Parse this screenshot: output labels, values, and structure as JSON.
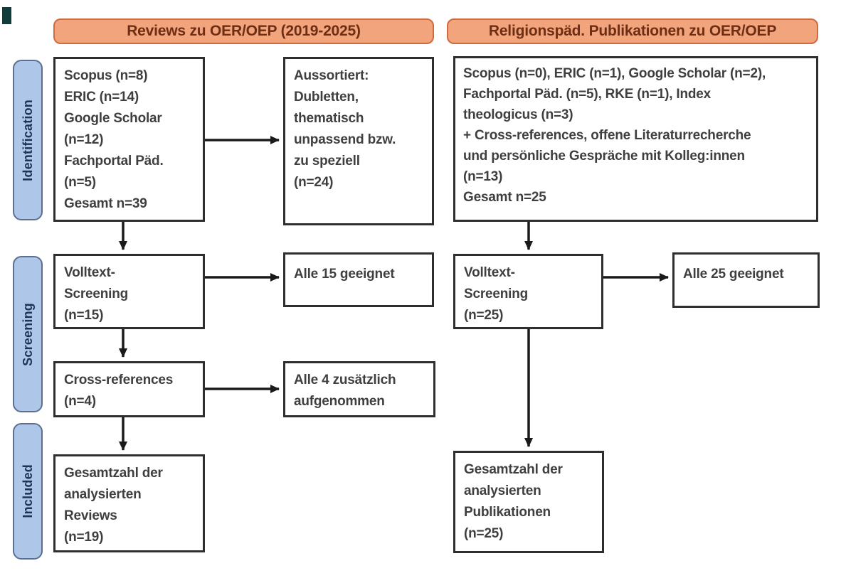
{
  "headers": {
    "left": "Reviews zu OER/OEP (2019-2025)",
    "right": "Religionspäd. Publikationen zu OER/OEP"
  },
  "stages": {
    "identification": "Identification",
    "screening": "Screening",
    "included": "Included"
  },
  "left_column": {
    "sources": "Scopus (n=8)\nERIC (n=14)\nGoogle Scholar\n(n=12)\nFachportal Päd.\n(n=5)\nGesamt n=39",
    "excluded": "Aussortiert:\nDubletten,\nthematisch\nunpassend bzw.\nzu speziell\n(n=24)",
    "fulltext": "Volltext-\nScreening\n(n=15)",
    "fulltext_result": "Alle 15 geeignet",
    "crossref": "Cross-references\n(n=4)",
    "crossref_result": "Alle 4 zusätzlich\naufgenommen",
    "total": "Gesamtzahl der\nanalysierten\nReviews\n(n=19)"
  },
  "right_column": {
    "sources": "Scopus (n=0), ERIC (n=1), Google Scholar (n=2),\nFachportal Päd. (n=5), RKE (n=1), Index\ntheologicus (n=3)\n+ Cross-references, offene Literaturrecherche\nund persönliche Gespräche mit Kolleg:innen\n(n=13)\nGesamt n=25",
    "fulltext": "Volltext-\nScreening\n(n=25)",
    "fulltext_result": "Alle 25 geeignet",
    "total": "Gesamtzahl der\nanalysierten\nPublikationen\n(n=25)"
  },
  "colors": {
    "header-fill": "#f2a47c",
    "header-border": "#d06a40",
    "header-text": "#6e2e14",
    "stage-fill": "#aec6e8",
    "stage-border": "#5c6f93",
    "stage-text": "#1c3557",
    "box-border": "#2e2e2e",
    "box-text": "#3f3f3f",
    "arrow": "#1a1a1a",
    "background": "#ffffff",
    "corner-mark": "#113c3c"
  }
}
